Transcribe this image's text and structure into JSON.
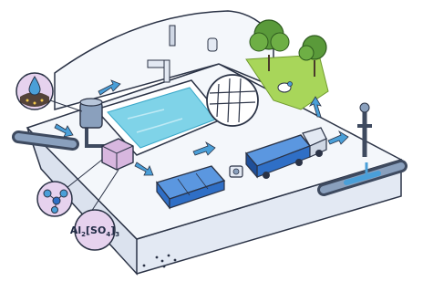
{
  "diagram": {
    "chemical_label": {
      "base": "Al",
      "sub1": "2",
      "middle": "[SO",
      "sub2": "4",
      "close": "]",
      "sub3": "3"
    },
    "colors": {
      "outline": "#2b3346",
      "platform_top": "#f4f7fb",
      "platform_side": "#e3e9f3",
      "water": "#7fd3e8",
      "water_dark": "#3aa8c9",
      "pipe": "#3e4a5f",
      "pipe_light": "#8aa0bd",
      "tank": "#2f6fc6",
      "tank_light": "#5b97e0",
      "mixer": "#d8b7df",
      "chem_circle": "#e6d2ee",
      "grass": "#a8d65a",
      "tree": "#5a9a3a",
      "flow_arrow": "#4a9fd8"
    },
    "icons": [
      "water-drop-icon",
      "molecule-icon",
      "grid-screen-icon",
      "flow-arrow-icon",
      "tree-icon",
      "tanker-truck-icon",
      "tap-icon",
      "bird-icon"
    ]
  }
}
